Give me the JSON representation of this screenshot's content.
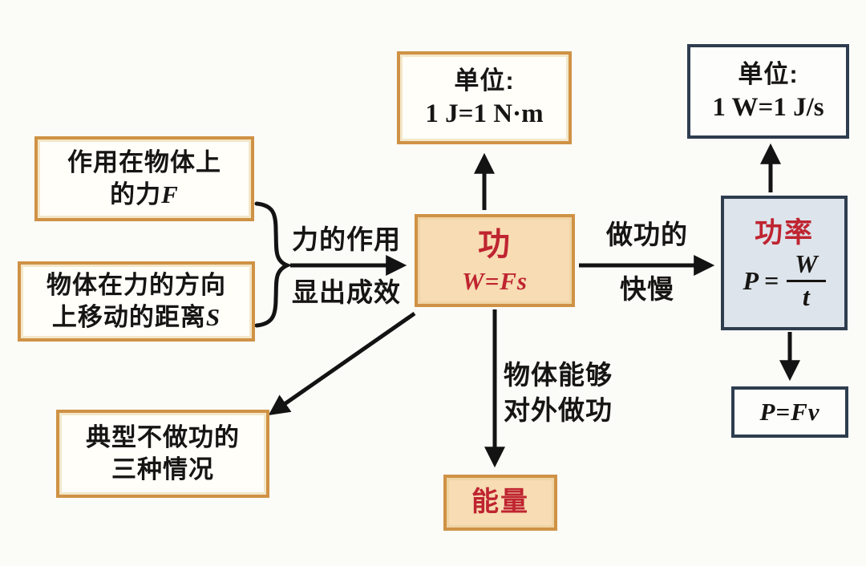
{
  "colors": {
    "orange_border": "#cf9245",
    "peach_fill": "#f7dcb4",
    "navy_border": "#2e3d4f",
    "bluegray_fill": "#dde4eb",
    "red_text": "#bf2430",
    "black_text": "#171513",
    "background": "#fbfbf8",
    "arrow_color": "#131313"
  },
  "nodes": {
    "force": {
      "line1": "作用在物体上",
      "line2_prefix": "的力",
      "line2_var": "F"
    },
    "distance": {
      "line1": "物体在力的方向",
      "line2_prefix": "上移动的距离",
      "line2_var": "S"
    },
    "work": {
      "title": "功",
      "formula": "W=Fs"
    },
    "unit_joule": {
      "line1": "单位:",
      "line2": "1 J=1 N·m"
    },
    "unit_watt": {
      "line1": "单位:",
      "line2": "1 W=1 J/s"
    },
    "power": {
      "title": "功率",
      "formula_lhs": "P =",
      "formula_num": "W",
      "formula_den": "t"
    },
    "power_formula2": {
      "formula": "P=Fv"
    },
    "no_work": {
      "line1": "典型不做功的",
      "line2": "三种情况"
    },
    "energy": {
      "title": "能量"
    }
  },
  "edge_labels": {
    "effect": {
      "line1": "力的作用",
      "line2": "显出成效"
    },
    "speed": {
      "line1": "做功的",
      "line2": "快慢"
    },
    "energy_condition": {
      "line1": "物体能够",
      "line2": "对外做功"
    }
  }
}
